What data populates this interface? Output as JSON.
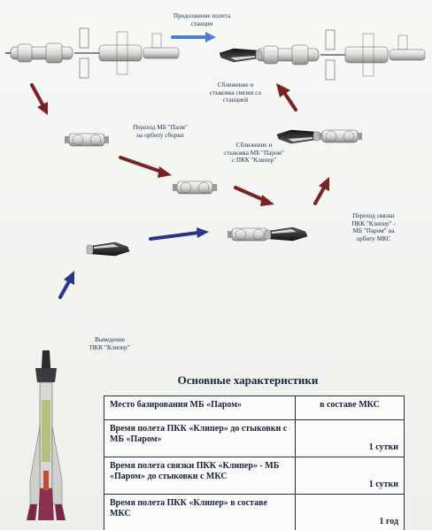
{
  "labels": {
    "continuation": "Продолжение полета\nстанции",
    "docking_station": "Сближение и\nстыковка связки со\nстанцией",
    "transfer_parom": "Переход МБ \"Паом\"\nна орбиту сборки",
    "docking_parom": "Сближение и\nстыковка МБ \"Паром\"\nс ПКК \"Клипер\"",
    "transfer_bundle": "Переход связки\nПКК \"Клипер\" -\nМБ \"Паром\" на\nорбиту МКС",
    "launch": "Выведение\nПКК \"Клипер\""
  },
  "table": {
    "title": "Основные характеристики",
    "rows": [
      {
        "label": "Место базирования МБ «Паром»",
        "value": "в составе МКС"
      },
      {
        "label": "Время полета ПКК «Клипер» до стыковки с МБ «Паром»",
        "value": "1 сутки"
      },
      {
        "label": "Время полета связки ПКК «Клипер» - МБ «Паром» до стыковки с МКС",
        "value": "1 сутки"
      },
      {
        "label": "Время полета ПКК «Клипер» в составе МКС",
        "value": "1 год"
      }
    ]
  },
  "colors": {
    "arrow_red": "#7a2323",
    "arrow_blue": "#2b3585",
    "arrow_light_blue": "#4a7fd0",
    "hull_light": "#e6e7e4",
    "hull_dark": "#2a2a2e"
  }
}
